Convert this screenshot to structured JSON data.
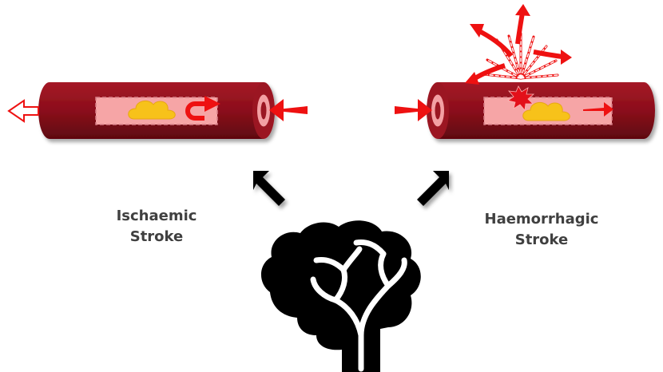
{
  "ischaemic": {
    "line1": "Ischaemic",
    "line2": "Stroke"
  },
  "haemorrhagic": {
    "line1": "Haemorrhagic",
    "line2": "Stroke"
  },
  "colors": {
    "vessel": "#8b0d1b",
    "vessel_dark": "#5e0610",
    "lumen": "#f6a5a6",
    "clot": "#f7c21a",
    "arrow_red": "#ee1111",
    "brain": "#000000"
  },
  "icons": [
    "blood-vessel",
    "blood-clot",
    "flow-arrow",
    "rupture-burst",
    "brain-icon"
  ]
}
